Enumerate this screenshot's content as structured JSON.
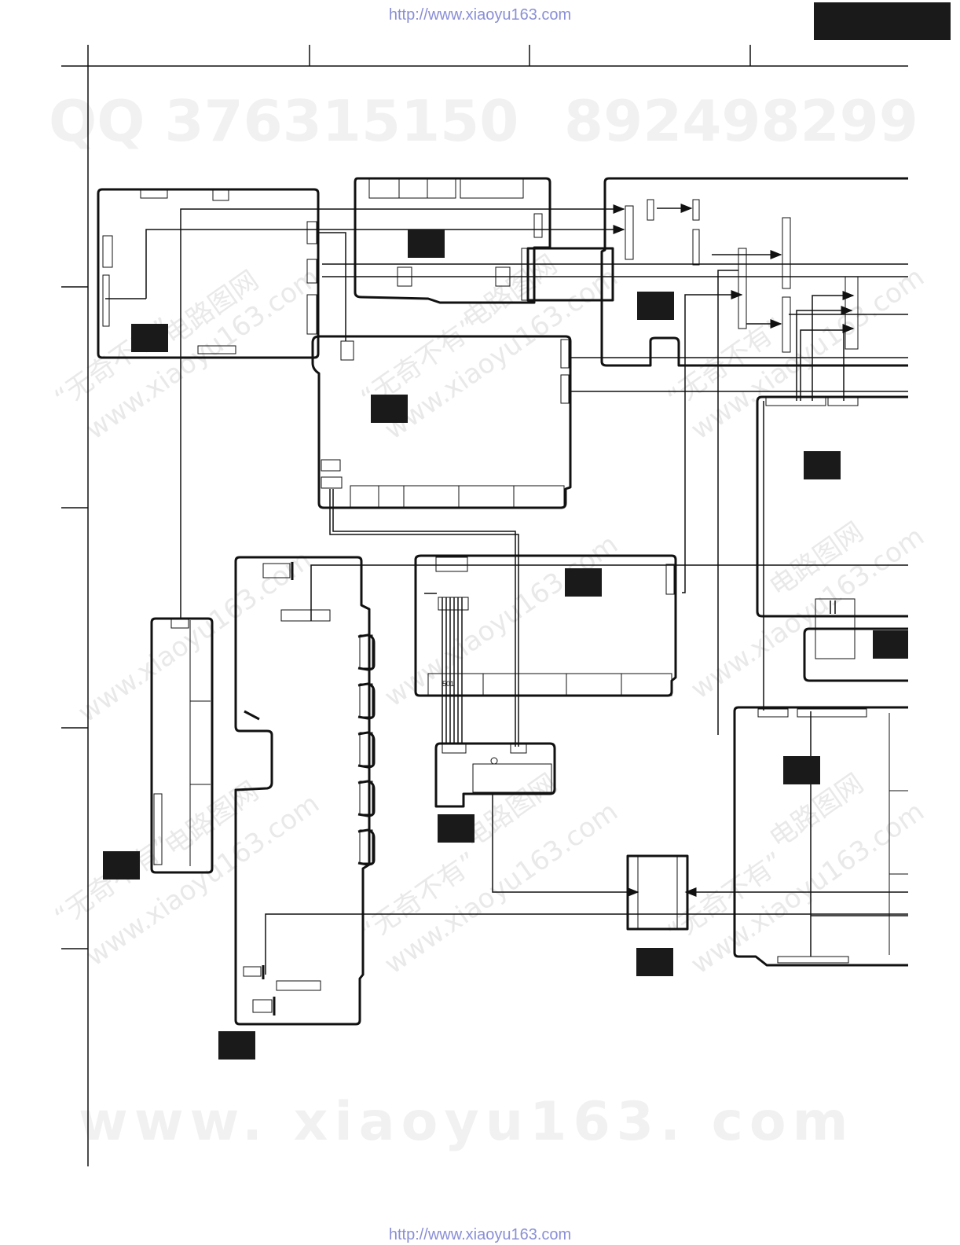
{
  "header": {
    "url_top": "http://www.xiaoyu163.com",
    "url_bottom": "http://www.xiaoyu163.com"
  },
  "watermarks": {
    "qq_left": "QQ 376315150",
    "qq_right": "892498299",
    "www": "www. xiaoyu163. com",
    "diag_site": "www.xiaoyu163.com",
    "diag_cn": "“无奇不有”",
    "diag_cn2": "电路图网"
  },
  "labels": {
    "connector_501": "501"
  },
  "colors": {
    "line": "#111111",
    "label_fill": "#1a1a1a",
    "url": "#8a8fd6"
  }
}
